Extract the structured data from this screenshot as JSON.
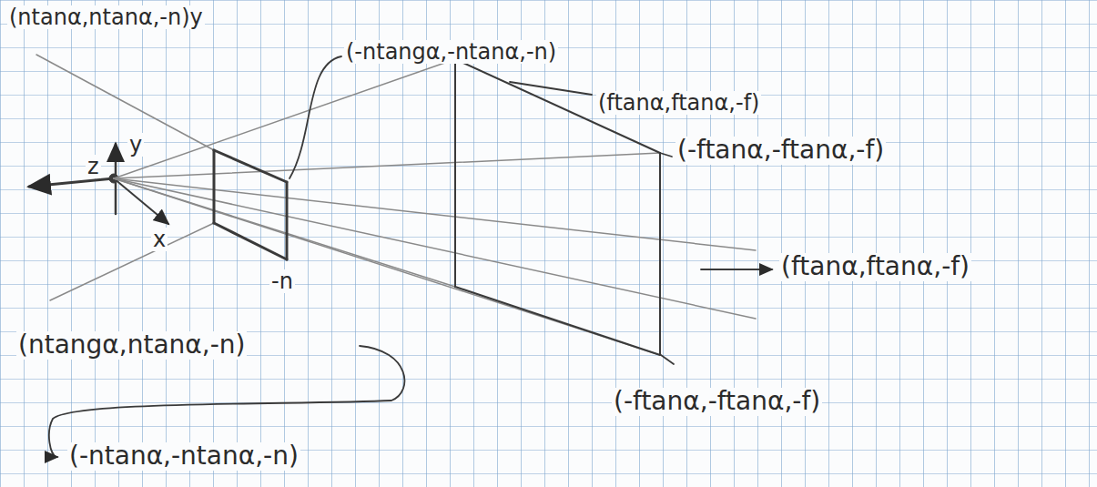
{
  "diagram": {
    "labels": [
      "(ntanα,ntanα,-n)y",
      "(-ntangα,-ntanα,-n)",
      "(ftanα,ftanα,-f)",
      "(-ftanα,-ftanα,-f)",
      "z",
      "y",
      "x",
      "(ftanα,ftanα,-f)",
      "-n",
      "(ntangα,ntanα,-n)",
      "(-ftanα,-ftanα,-f)",
      "(-ntanα,-ntanα,-n)"
    ]
  }
}
